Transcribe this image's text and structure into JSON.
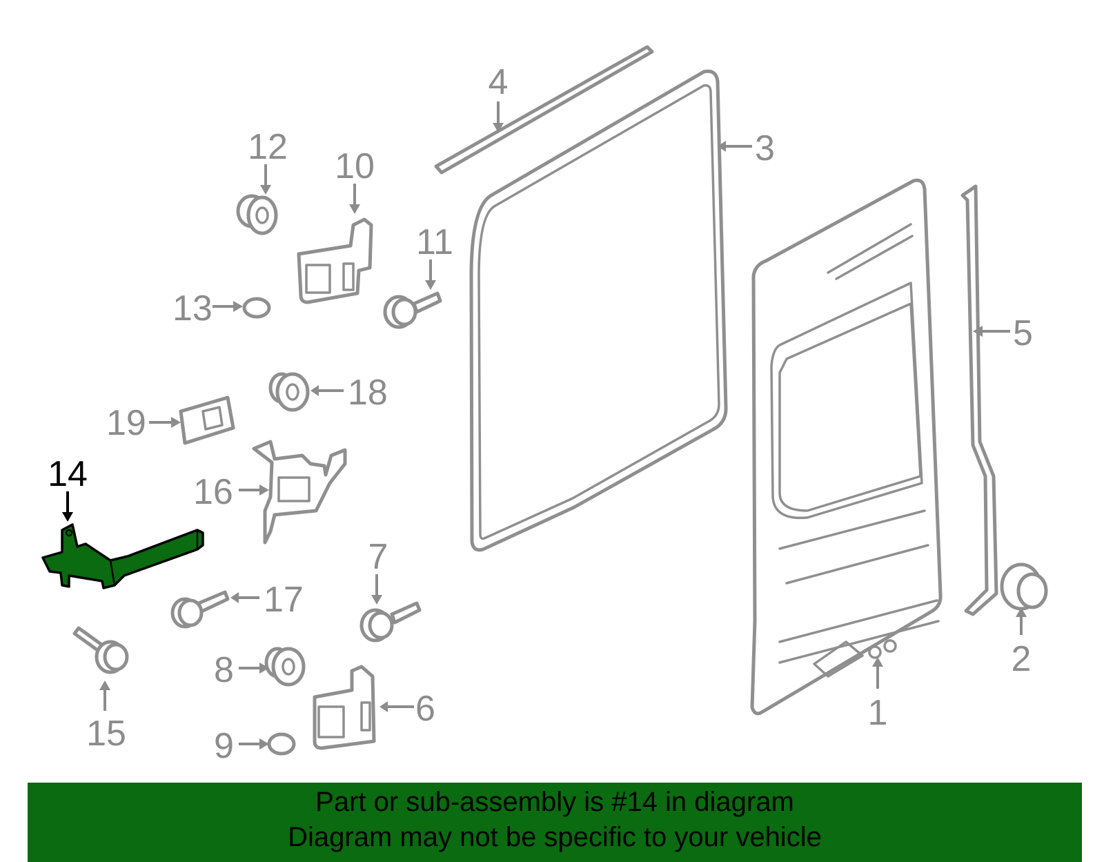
{
  "callouts": {
    "c1": "1",
    "c2": "2",
    "c3": "3",
    "c4": "4",
    "c5": "5",
    "c6": "6",
    "c7": "7",
    "c8": "8",
    "c9": "9",
    "c10": "10",
    "c11": "11",
    "c12": "12",
    "c13": "13",
    "c14": "14",
    "c15": "15",
    "c16": "16",
    "c17": "17",
    "c18": "18",
    "c19": "19"
  },
  "highlighted_part": "14",
  "colors": {
    "part_outline": "#8f8f8f",
    "highlight_fill": "#0a6b10",
    "banner_bg": "#0a6b10",
    "banner_text": "#000000"
  },
  "banner": {
    "line1": "Part or sub-assembly is #14 in diagram",
    "line2": "Diagram may not be specific to your vehicle"
  }
}
